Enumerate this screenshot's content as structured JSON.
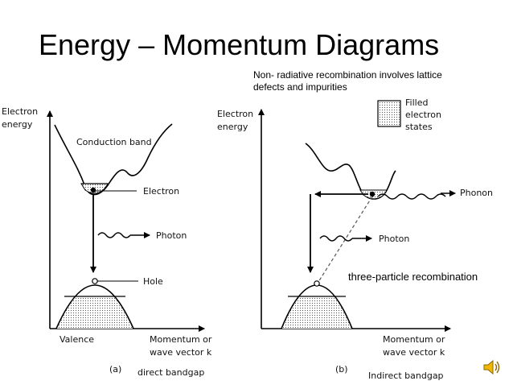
{
  "slide": {
    "title": "Energy – Momentum Diagrams",
    "note_line1": "Non- radiative recombination involves lattice",
    "note_line2": "defects and impurities",
    "recombination_label": "three-particle recombination"
  },
  "panel_a": {
    "y_axis_label_1": "Electron",
    "y_axis_label_2": "energy",
    "conduction_band": "Conduction band",
    "electron": "Electron",
    "photon": "Photon",
    "hole": "Hole",
    "valence": "Valence",
    "x_axis_label_1": "Momentum or",
    "x_axis_label_2": "wave vector k",
    "panel_letter": "(a)",
    "caption": "direct bandgap"
  },
  "panel_b": {
    "y_axis_label_1": "Electron",
    "y_axis_label_2": "energy",
    "legend_line1": "Filled",
    "legend_line2": "electron",
    "legend_line3": "states",
    "phonon": "Phonon",
    "photon": "Photon",
    "x_axis_label_1": "Momentum or",
    "x_axis_label_2": "wave vector k",
    "panel_letter": "(b)",
    "caption": "Indirect bandgap"
  },
  "colors": {
    "line": "#000000",
    "dashed": "#555555",
    "fill_dots": "#e6e6e6",
    "speaker": "#f2b705"
  },
  "icons": {
    "audio": "speaker-icon"
  }
}
